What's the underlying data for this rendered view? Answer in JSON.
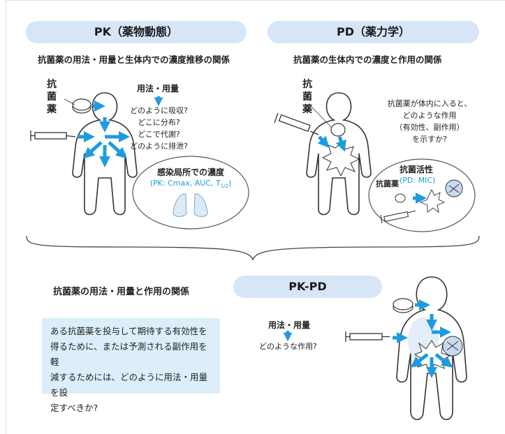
{
  "pk": {
    "title": "PK（薬物動態）",
    "subtitle": "抗菌薬の用法・用量と生体内での濃度推移の関係",
    "drug_label": [
      "抗",
      "菌",
      "薬"
    ],
    "dosage_heading": "用法・用量",
    "questions": [
      "どのように吸収?",
      "どこに分布?",
      "どこで代謝?",
      "どのように排泄?"
    ],
    "site_title": "感染局所での濃度",
    "site_params": "(PK: Cmax, AUC, T",
    "site_params_sub": "1/2",
    "site_params_end": ")"
  },
  "pd": {
    "title": "PD（薬力学）",
    "subtitle": "抗菌薬の生体内での濃度と作用の関係",
    "drug_label": [
      "抗",
      "菌",
      "薬"
    ],
    "question_lines": [
      "抗菌薬が体内に入ると、",
      "どのような作用",
      "（有効性、副作用）",
      "を示すか?"
    ],
    "activity_title": "抗菌活性",
    "activity_param": "(PD: MIC)",
    "activity_drug": "抗菌薬"
  },
  "pkpd": {
    "heading": "抗菌薬の用法・用量と作用の関係",
    "title": "PK-PD",
    "dosage": "用法・用量",
    "effect": "どのような作用?",
    "box_lines": [
      "ある抗菌薬を投与して期待する有効性を",
      "得るために、または予測される副作用を軽",
      "減するためには、どのように用法・用量を設",
      "定すべきか?"
    ]
  },
  "colors": {
    "accent": "#1e9be0",
    "pill": "#d6e6f6",
    "box": "#dbeef9",
    "lung": "#dceaf6"
  }
}
